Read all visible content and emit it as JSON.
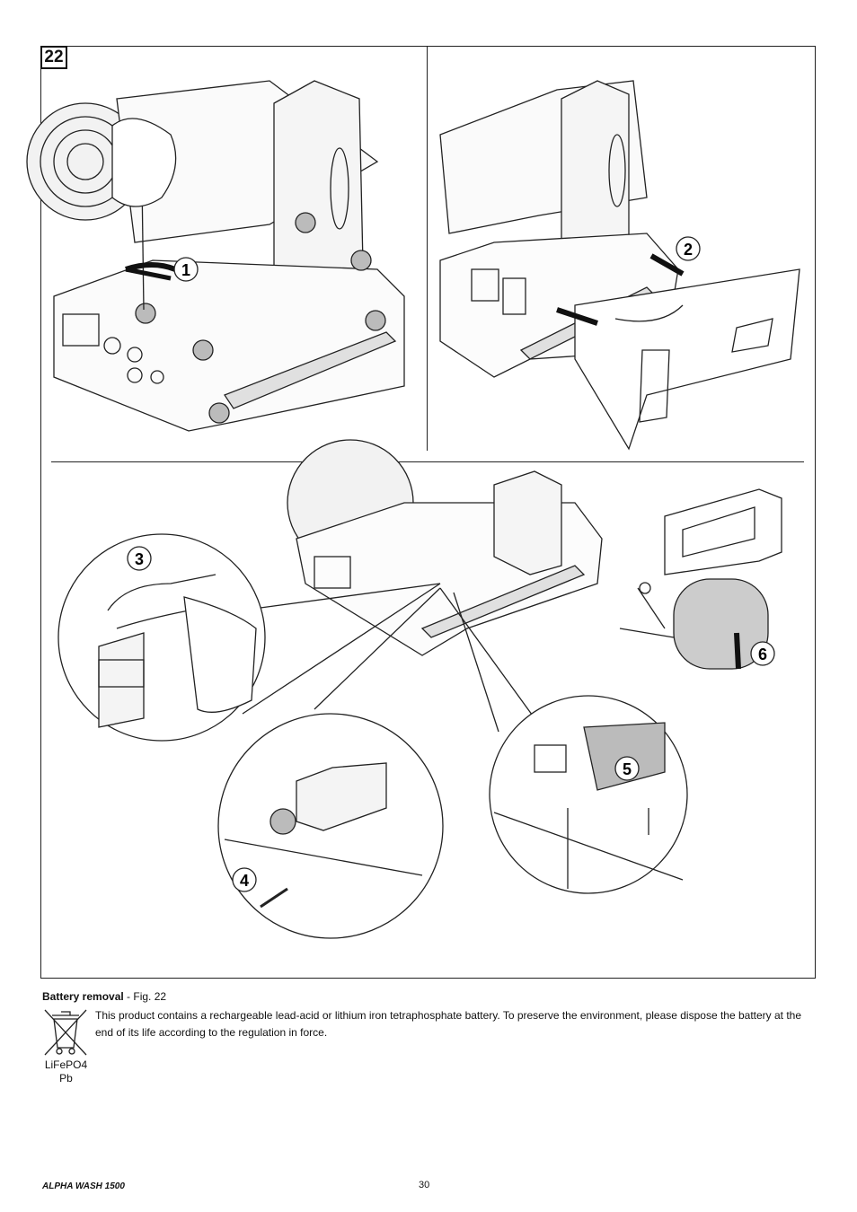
{
  "figure": {
    "number": "22",
    "steps": [
      "1",
      "2",
      "3",
      "4",
      "5",
      "6"
    ]
  },
  "caption": {
    "title": "Battery removal",
    "ref": " - Fig. 22"
  },
  "notice": {
    "text": "This product contains a rechargeable lead-acid or lithium iron tetraphosphate battery. To preserve the environment, please dispose the battery at the end of its life according to the regulation in force.",
    "bin_label_1": "LiFePO4",
    "bin_label_2": "Pb",
    "bin_icon": "crossed-out-wheelie-bin-icon"
  },
  "footer": {
    "product": "ALPHA WASH 1500",
    "page": "30"
  }
}
